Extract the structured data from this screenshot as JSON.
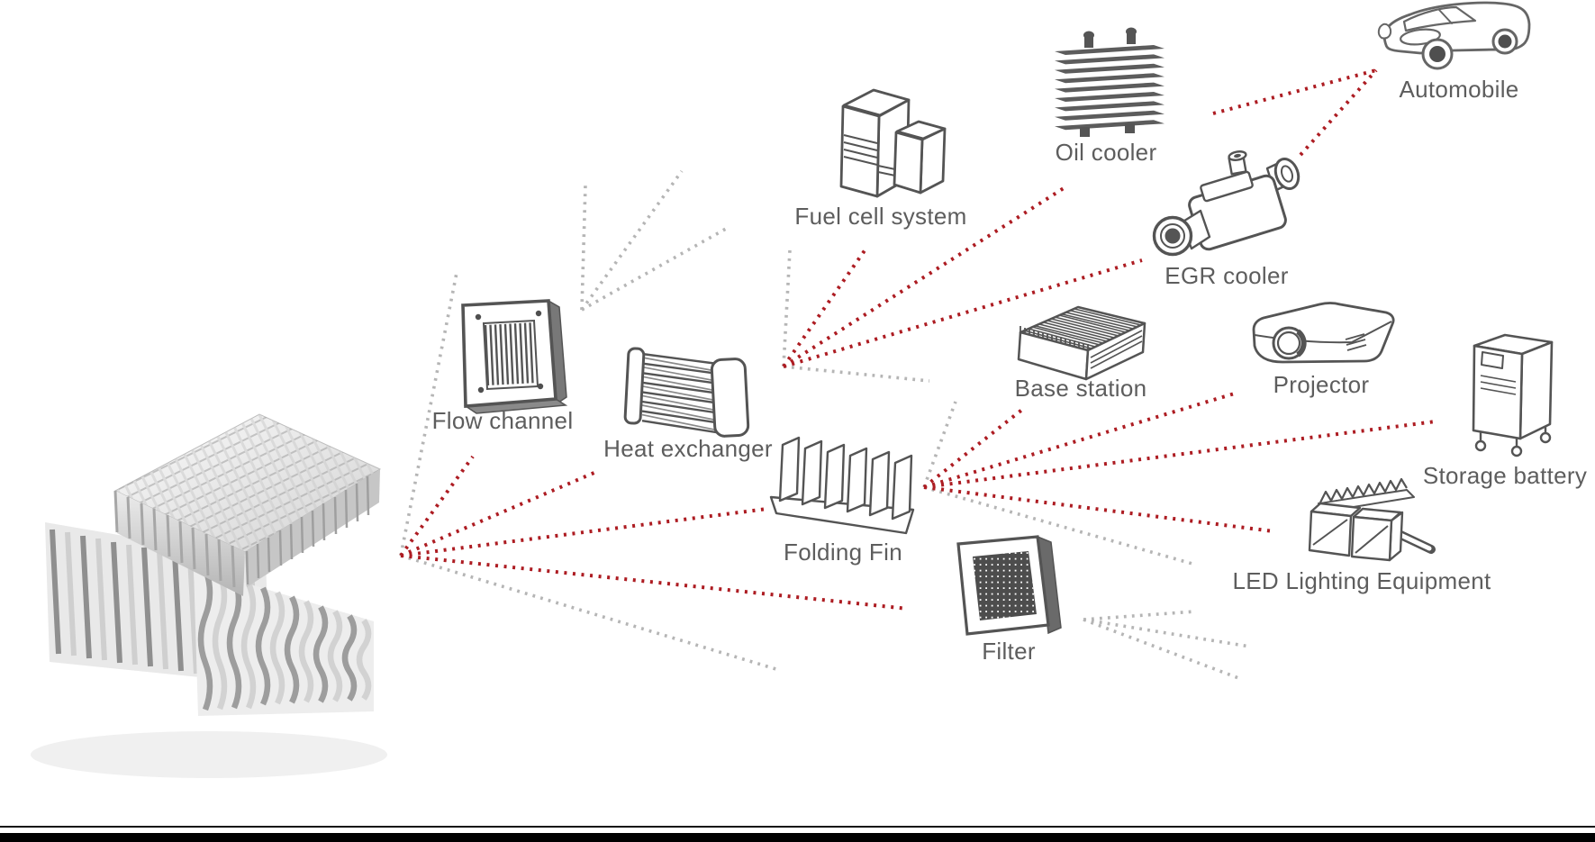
{
  "colors": {
    "accent_red": "#ad1c22",
    "ray_gray": "#b5b5b5",
    "label_gray": "#5d5d5d",
    "art_stroke": "#545454"
  },
  "diagram": {
    "nodes": [
      {
        "id": "flow-channel",
        "label": "Flow channel"
      },
      {
        "id": "heat-exchanger",
        "label": "Heat exchanger"
      },
      {
        "id": "fuel-cell-system",
        "label": "Fuel cell system"
      },
      {
        "id": "oil-cooler",
        "label": "Oil cooler"
      },
      {
        "id": "egr-cooler",
        "label": "EGR cooler"
      },
      {
        "id": "automobile",
        "label": "Automobile"
      },
      {
        "id": "base-station",
        "label": "Base station"
      },
      {
        "id": "projector",
        "label": "Projector"
      },
      {
        "id": "storage-battery",
        "label": "Storage battery"
      },
      {
        "id": "folding-fin",
        "label": "Folding Fin"
      },
      {
        "id": "led-lighting",
        "label": "LED Lighting Equipment"
      },
      {
        "id": "filter",
        "label": "Filter"
      }
    ]
  }
}
